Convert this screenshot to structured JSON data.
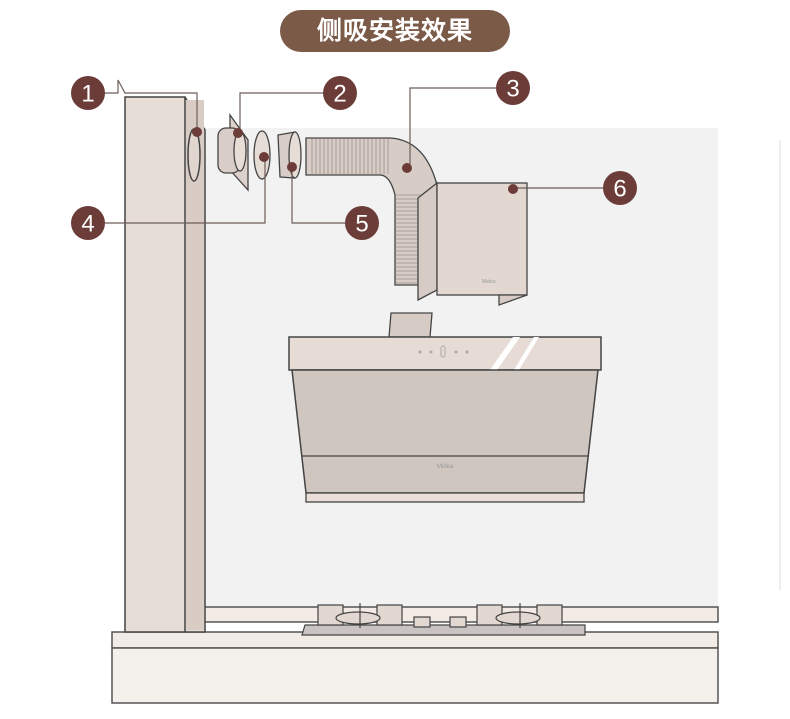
{
  "title": "侧吸安装效果",
  "labels": [
    "1",
    "2",
    "3",
    "4",
    "5",
    "6"
  ],
  "colors": {
    "badge": "#6b3c38",
    "title_bg": "#7b5a47",
    "panel": "#e3d8d1"
  }
}
